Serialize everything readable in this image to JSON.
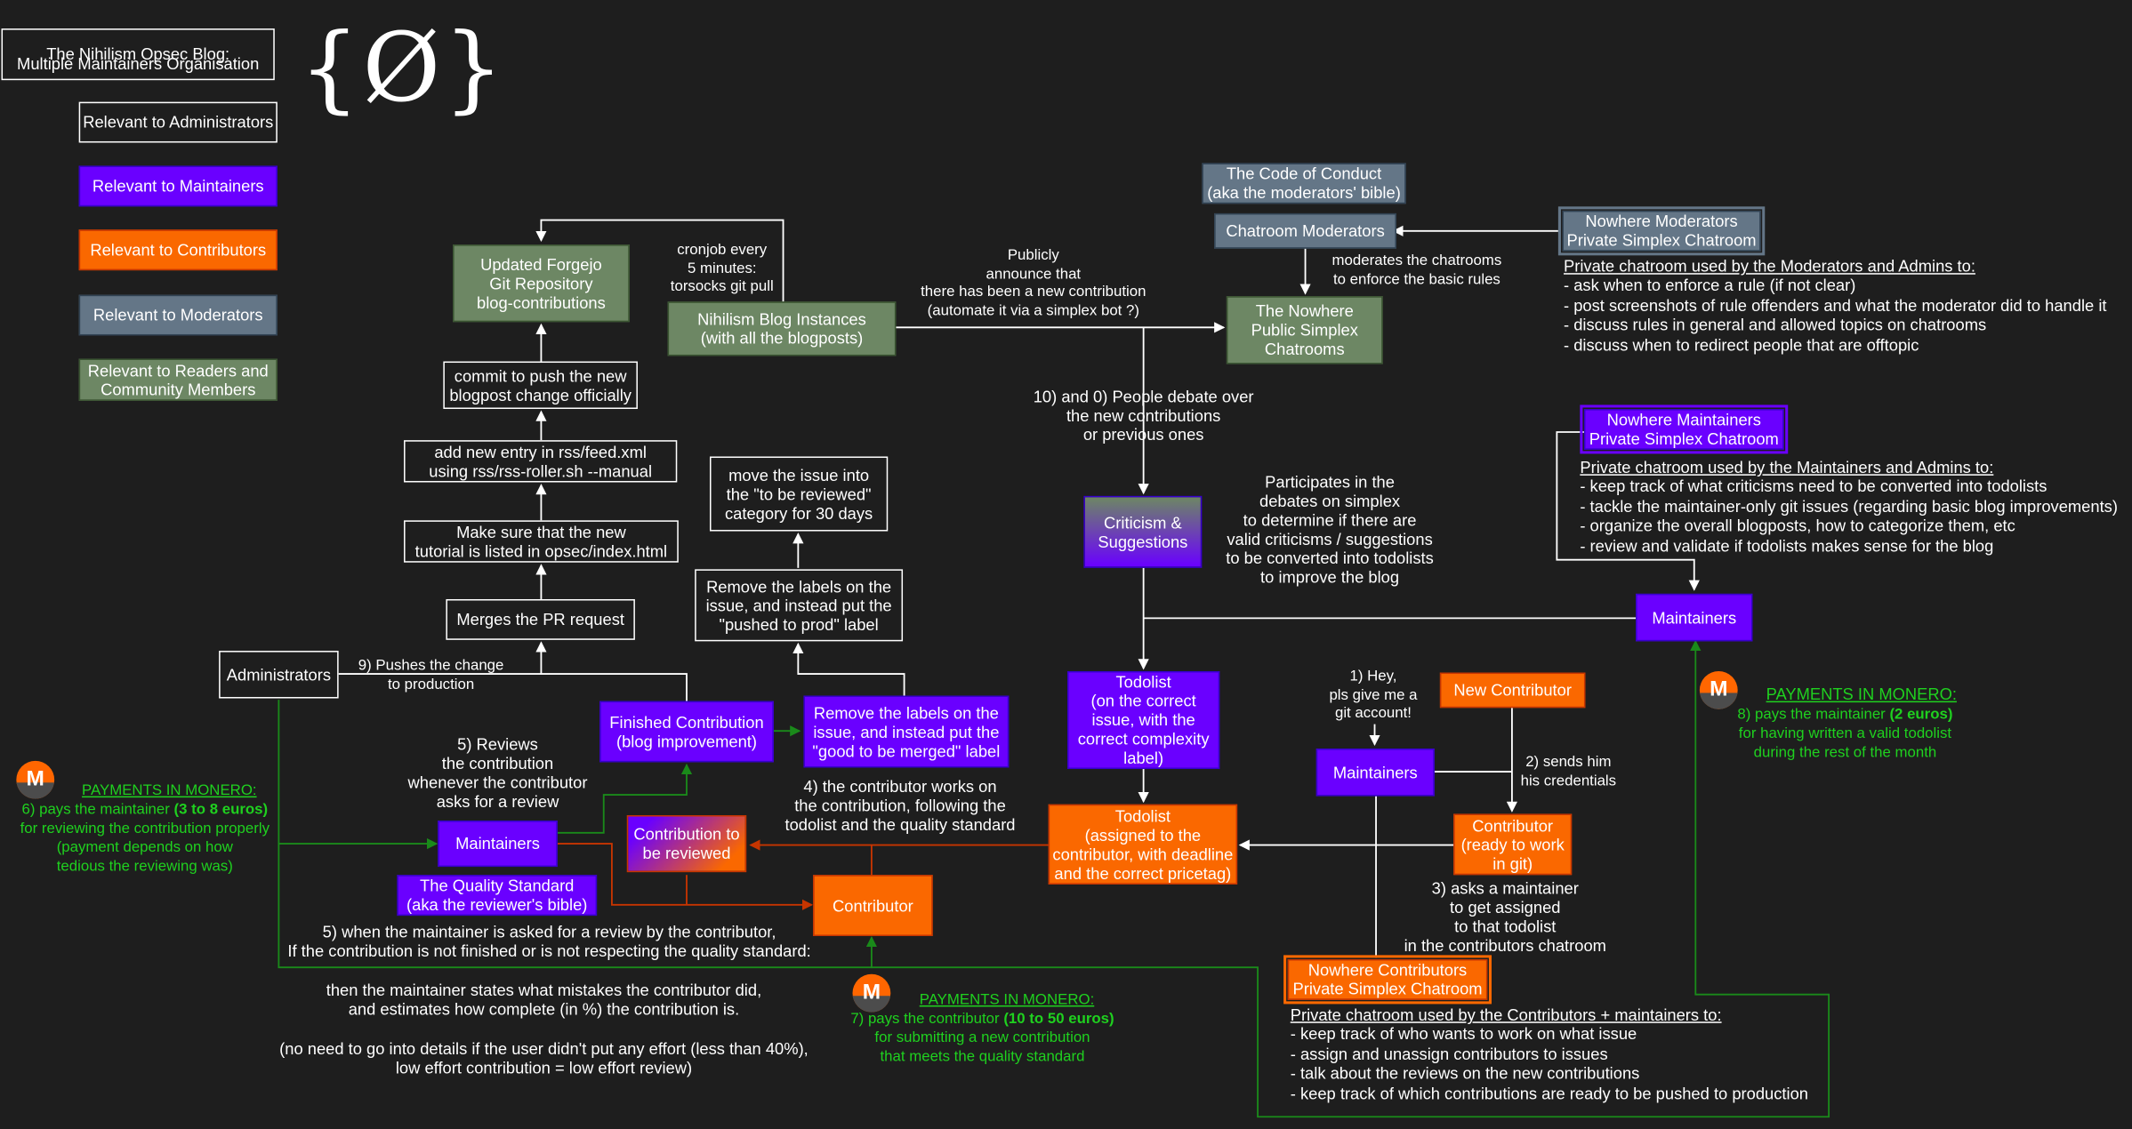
{
  "title": {
    "line1": "The Nihilism Opsec Blog:",
    "line2": "Multiple Maintainers Organisation"
  },
  "logo_text": "{Ø}",
  "legend": [
    {
      "label": "Relevant to Administrators",
      "color": "#1e1e1e"
    },
    {
      "label": "Relevant to Maintainers",
      "color": "#6a00ff"
    },
    {
      "label": "Relevant to Contributors",
      "color": "#fa6800"
    },
    {
      "label": "Relevant to Moderators",
      "color": "#647687"
    },
    {
      "label": "Relevant to Readers and\nCommunity Members",
      "color": "#6d8764"
    }
  ],
  "nodes": {
    "forgejo": "Updated Forgejo\nGit Repository\nblog-contributions",
    "blog_instances": "Nihilism Blog Instances\n(with all the blogposts)",
    "code_of_conduct": "The Code of Conduct\n(aka the moderators' bible)",
    "chat_moderators": "Chatroom Moderators",
    "nowhere_mod_chat": "Nowhere Moderators\nPrivate Simplex Chatroom",
    "nowhere_public": "The Nowhere\nPublic Simplex\nChatrooms",
    "commit": "commit to push the new\nblogpost change officially",
    "rss": "add new entry in rss/feed.xml\nusing rss/rss-roller.sh --manual",
    "index": "Make sure that the new\ntutorial is listed in opsec/index.html",
    "merge": "Merges the PR request",
    "move_issue": "move the issue into\nthe \"to be reviewed\"\ncategory for 30 days",
    "pushed_label": "Remove the labels on the\nissue, and instead put the\n\"pushed to prod\" label",
    "criticism": "Criticism &\nSuggestions",
    "nowhere_maint_chat": "Nowhere Maintainers\nPrivate Simplex Chatroom",
    "maintainers_right": "Maintainers",
    "administrators": "Administrators",
    "finished": "Finished Contribution\n(blog improvement)",
    "good_label": "Remove the labels on the\nissue, and instead put the\n\"good to be merged\" label",
    "todolist1": "Todolist\n(on the correct\nissue, with the\ncorrect complexity\nlabel)",
    "new_contributor": "New Contributor",
    "maintainers_mid": "Maintainers",
    "maintainers_left": "Maintainers",
    "to_review": "Contribution to\nbe reviewed",
    "todolist2": "Todolist\n(assigned to the\ncontributor, with deadline\nand the correct pricetag)",
    "contributor_ready": "Contributor\n(ready to work\nin git)",
    "quality": "The Quality Standard\n(aka the reviewer's bible)",
    "contributor": "Contributor",
    "nowhere_contrib_chat": "Nowhere Contributors\nPrivate Simplex Chatroom"
  },
  "labels": {
    "cronjob": "cronjob every\n5 minutes:\ntorsocks git pull",
    "publicly": "Publicly\nannounce that\nthere has been a new contribution\n(automate it via a simplex bot ?)",
    "moderates": "moderates the chatrooms\nto enforce the basic rules",
    "debate": "10) and 0) People debate over\nthe new contributions\nor previous ones",
    "participates": "Participates in the\ndebates on simplex\nto determine if there are\nvalid criticisms / suggestions\nto be converted into todolists\nto improve the blog",
    "pushes": "9) Pushes the change\nto production",
    "reviews": "5) Reviews\nthe contribution\nwhenever the contributor\nasks for a review",
    "works": "4) the contributor works on\nthe contribution, following the\ntodolist and the quality standard",
    "hey": "1) Hey,\npls give me a\ngit account!",
    "sends": "2) sends him\nhis credentials",
    "asks": "3) asks a maintainer\nto get assigned\nto that todolist\nin the contributors chatroom",
    "review_note_1": "5) when the maintainer is asked for a review by the contributor,\nIf the contribution is not finished or is not respecting the quality standard:",
    "review_note_2": "then the maintainer states what mistakes the contributor did,\nand estimates how complete (in %) the contribution is.",
    "review_note_3": "(no need to go into details if the user didn't put any effort (less than 40%),\nlow effort contribution = low effort review)"
  },
  "mod_chat_desc": {
    "heading": "Private chatroom used by the Moderators and Admins to:",
    "items": [
      "- ask when to enforce a rule (if not clear)",
      "- post screenshots of rule offenders and what the moderator did to handle it",
      "- discuss rules in general and allowed topics on chatrooms",
      "- discuss when to redirect people that are offtopic"
    ]
  },
  "maint_chat_desc": {
    "heading": "Private chatroom used by the Maintainers and Admins to:",
    "items": [
      "- keep track of what criticisms need to be converted into todolists",
      "- tackle the maintainer-only git issues (regarding basic blog improvements)",
      "- organize the overall blogposts, how to categorize them, etc",
      "- review and validate if todolists makes sense for the blog"
    ]
  },
  "contrib_chat_desc": {
    "heading": "Private chatroom used by the Contributors + maintainers to:",
    "items": [
      "- keep track of who wants to work on what issue",
      "- assign and unassign contributors to issues",
      "- talk about the reviews on the new contributions",
      "- keep track of which contributions are ready to be pushed to production"
    ]
  },
  "payments": {
    "heading": "PAYMENTS IN MONERO:",
    "p6": {
      "pre": "6) pays the maintainer ",
      "amount": "(3 to 8 euros)",
      "rest": "for reviewing the contribution properly\n(payment depends on how\ntedious the reviewing was)"
    },
    "p7": {
      "pre": "7) pays the contributor ",
      "amount": "(10 to 50 euros)",
      "rest": "for submitting a new contribution\nthat meets the quality standard"
    },
    "p8": {
      "pre": "8) pays the maintainer ",
      "amount": "(2 euros)",
      "rest": "for having written a valid todolist\nduring the rest of the month"
    }
  },
  "monero_icon": "monero-logo"
}
